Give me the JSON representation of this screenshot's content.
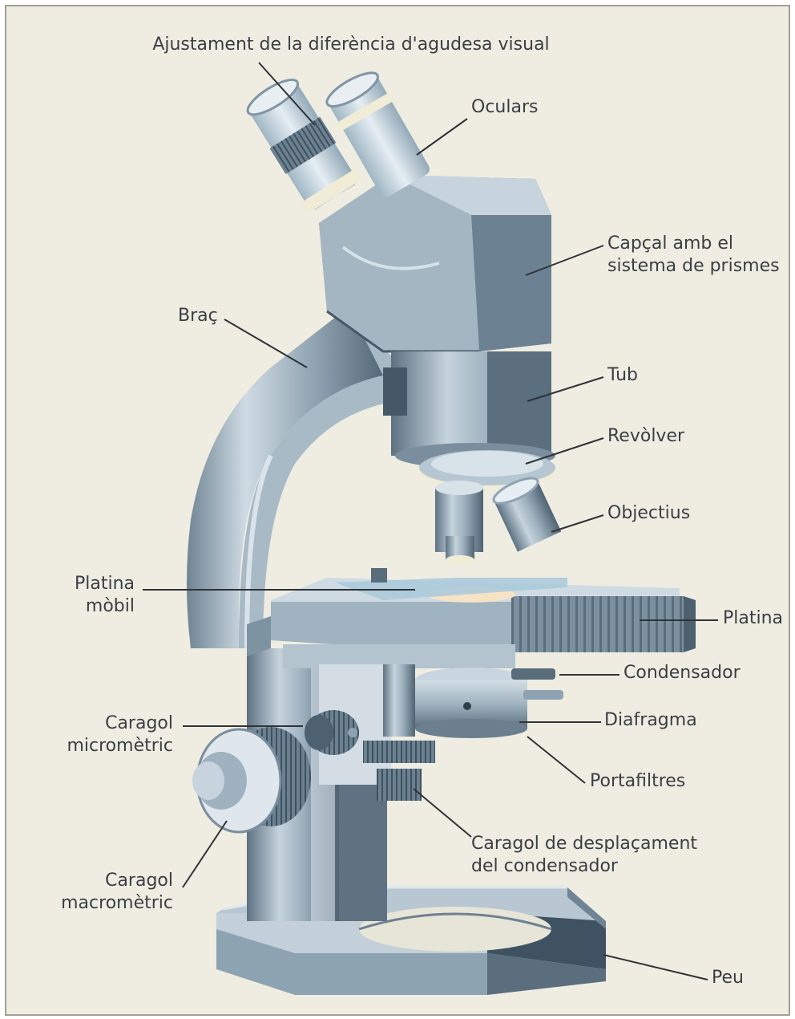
{
  "diagram": {
    "labels": {
      "ajustament": "Ajustament de la diferència d'agudesa visual",
      "oculars": "Oculars",
      "capcal_line1": "Capçal amb el",
      "capcal_line2": "sistema de prismes",
      "brac": "Braç",
      "tub": "Tub",
      "revolver": "Revòlver",
      "objectius": "Objectius",
      "platina_mobil_line1": "Platina",
      "platina_mobil_line2": "mòbil",
      "platina": "Platina",
      "condensador": "Condensador",
      "diafragma": "Diafragma",
      "portafiltres": "Portafiltres",
      "micrometric_line1": "Caragol",
      "micrometric_line2": "micromètric",
      "macrometric_line1": "Caragol",
      "macrometric_line2": "macromètric",
      "desplacament_line1": "Caragol de desplaçament",
      "desplacament_line2": "del condensador",
      "peu": "Peu"
    },
    "colors": {
      "background": "#efece1",
      "metal_light": "#c9d6df",
      "metal_mid": "#8fa4b2",
      "metal_dark": "#55697a",
      "cream": "#f1ecd6",
      "slide": "#a9c9db",
      "lens_light": "#f6e3c6",
      "leader": "#2f3338"
    }
  }
}
